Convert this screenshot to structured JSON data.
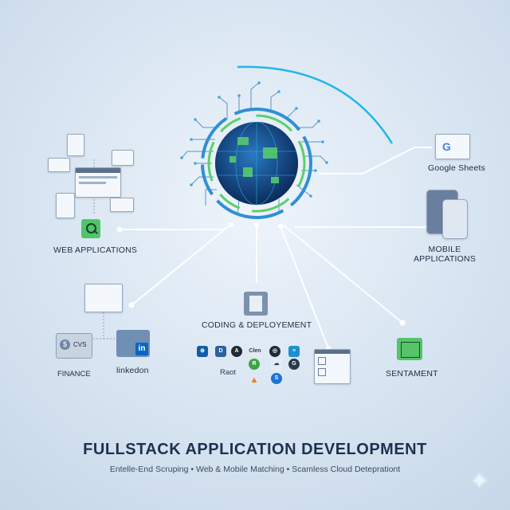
{
  "nodes": {
    "web_applications": "WEB APPLICATIONS",
    "google_sheets": "Google Sheets",
    "mobile_line1": "MOBILE",
    "mobile_line2": "APPLICATIONS",
    "coding_deployment": "CODING & DEPLOYEMENT",
    "finance": "FINANCE",
    "finance_symbol": "$",
    "csv_tag": "CVS",
    "linkedin": "linkedon",
    "linkedin_tag": "in",
    "sentiment": "SENTAMENT"
  },
  "tech": {
    "clen": "Clen",
    "react": "Raot"
  },
  "footer": {
    "title": "FULLSTACK APPLICATION DEVELOPMENT",
    "subtitle": "Entelle-End Scruping  •  Web & Mobile Matching  •  Scamless Cloud Deteprationt"
  },
  "colors": {
    "accent_arc": "#22b6e8",
    "globe_green": "#5ad06a",
    "title": "#1d3150"
  }
}
